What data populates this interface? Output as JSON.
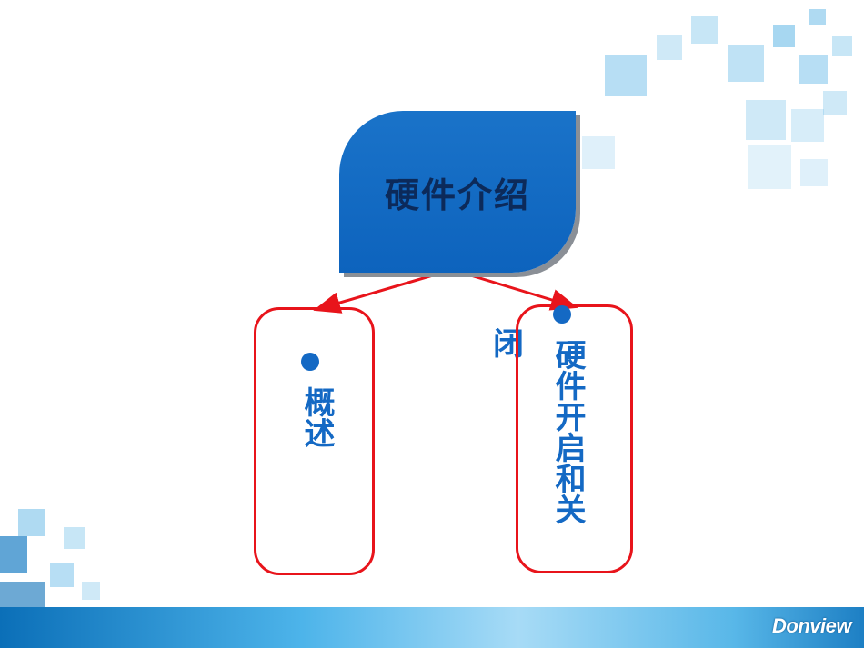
{
  "diagram": {
    "main_node": {
      "label": "硬件介绍"
    },
    "left_item": {
      "label": "概述"
    },
    "right_item": {
      "label": "硬件开启和关"
    },
    "stray_text": "闭"
  },
  "footer": {
    "brand": "Donview"
  },
  "colors": {
    "node_fill": "#0d63bd",
    "node_text": "#0c2a5a",
    "item_text": "#1469c4",
    "highlight_box": "#e8141b",
    "arrow": "#e8141b"
  }
}
